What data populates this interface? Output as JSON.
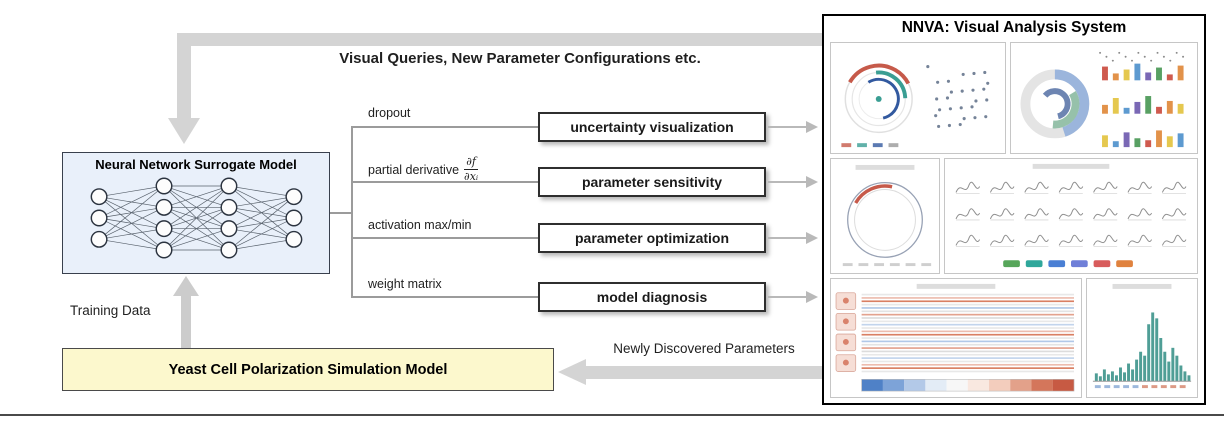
{
  "figure": {
    "top_flow_label": "Visual Queries, New Parameter Configurations etc.",
    "training_data_label": "Training Data",
    "newly_discovered_label": "Newly Discovered Parameters",
    "surrogate_model_title": "Neural Network Surrogate Model",
    "simulation_model_title": "Yeast Cell Polarization Simulation Model",
    "nnva_title": "NNVA: Visual Analysis System",
    "branches": [
      {
        "technique": "dropout",
        "task": "uncertainty visualization"
      },
      {
        "technique": "partial derivative",
        "math_numerator": "∂f",
        "math_denominator": "∂xᵢ",
        "task": "parameter sensitivity"
      },
      {
        "technique": "activation max/min",
        "task": "parameter optimization"
      },
      {
        "technique": "weight matrix",
        "task": "model diagnosis"
      }
    ]
  },
  "colors": {
    "arrow_gray": "#d4d4d4",
    "surrogate_box_fill": "#e9f0fa",
    "simulation_box_fill": "#fcf8cd",
    "importance_bar_teal": "#4f9e96"
  }
}
